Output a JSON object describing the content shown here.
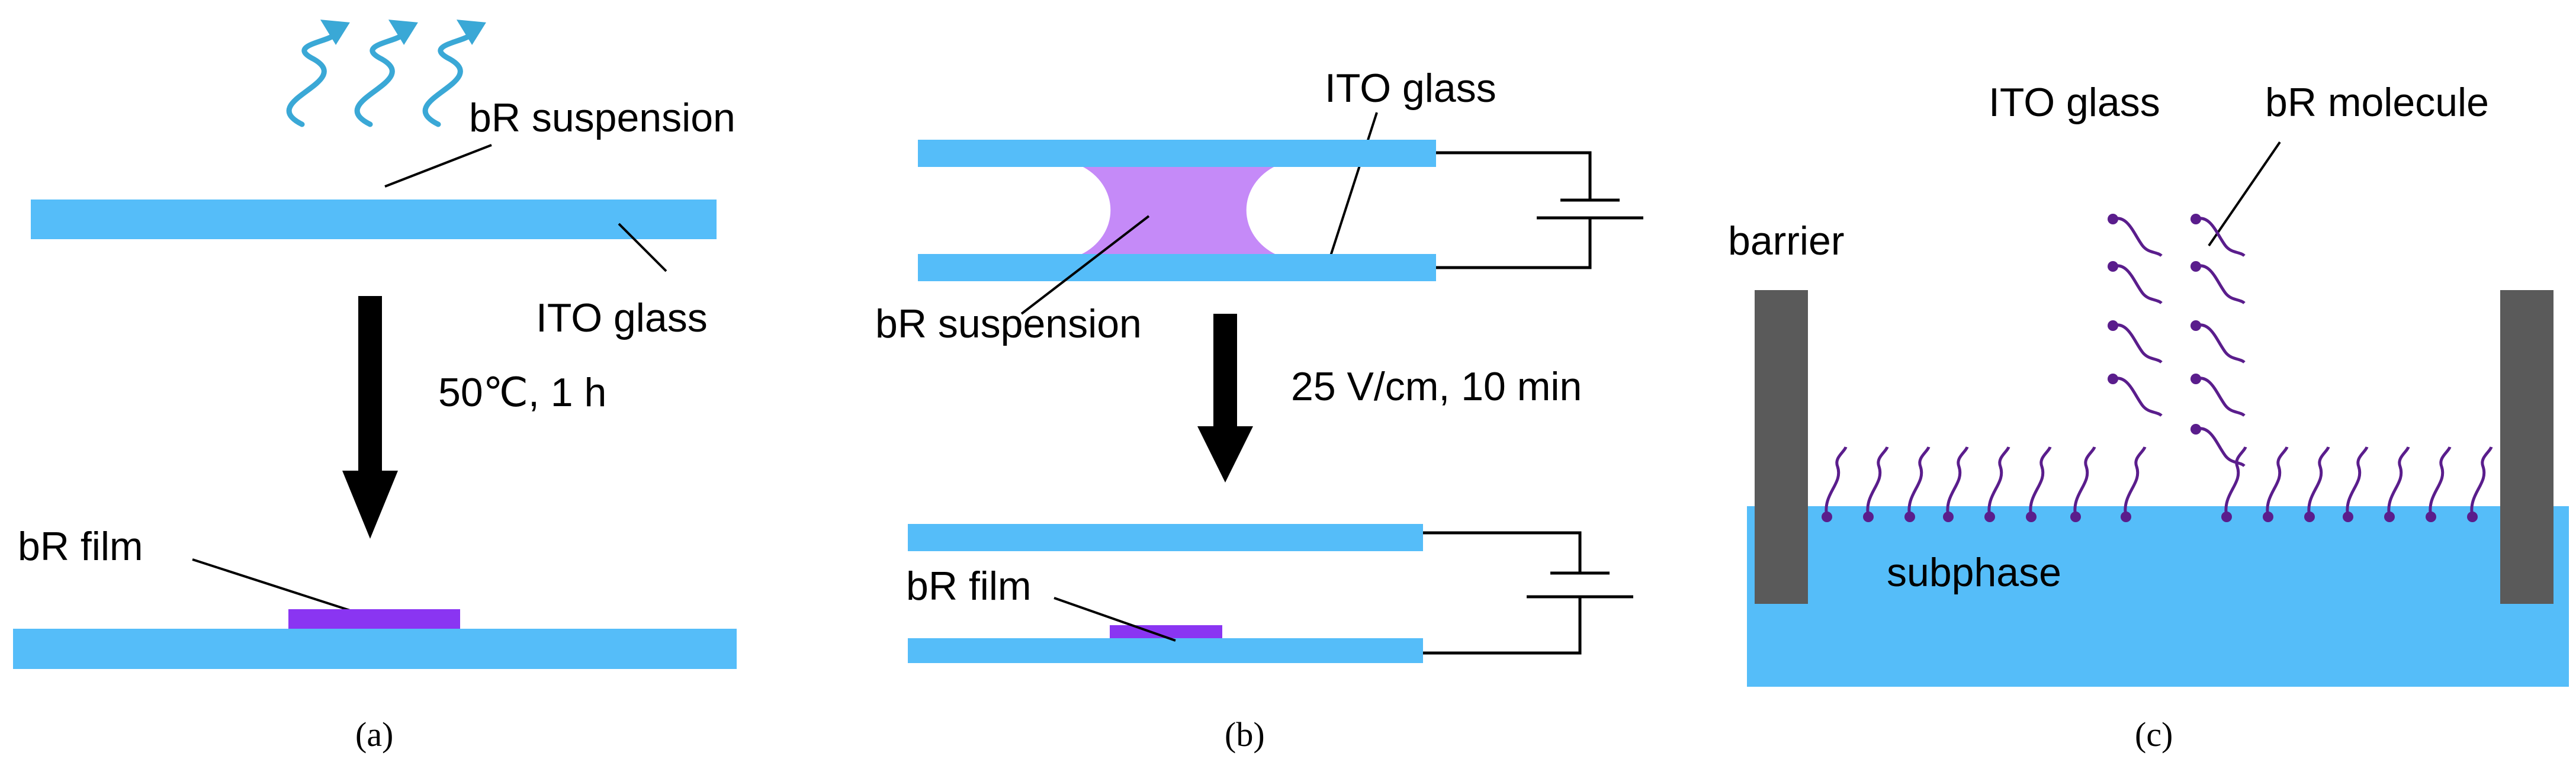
{
  "panels": {
    "a": {
      "caption": "(a)",
      "suspension_label": "bR suspension",
      "glass_label": "ITO glass",
      "condition_label": "50℃, 1 h",
      "film_label": "bR film"
    },
    "b": {
      "caption": "(b)",
      "glass_label": "ITO glass",
      "suspension_label": "bR suspension",
      "condition_label": "25 V/cm, 10 min",
      "film_label": "bR film"
    },
    "c": {
      "caption": "(c)",
      "glass_label": "ITO glass",
      "molecule_label": "bR molecule",
      "barrier_label": "barrier",
      "subphase_label": "subphase"
    }
  },
  "colors": {
    "ito_glass": "#55bdf9",
    "suspension": "#c58af8",
    "film": "#8a35f2",
    "molecule": "#5a1d8c",
    "barrier": "#5a5a5a",
    "vapor": "#3aa8d6",
    "line": "#000000"
  },
  "icons": {
    "vapor": "wavy-arrow-up-icon",
    "process": "down-arrow-icon",
    "battery": "battery-symbol-icon"
  }
}
